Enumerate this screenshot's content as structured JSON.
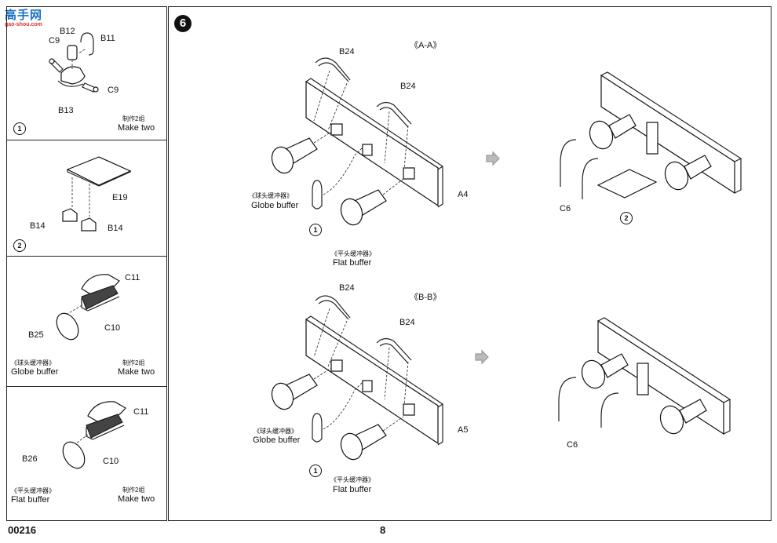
{
  "logo": {
    "brand": "高手网",
    "url_text": "gao-shou.com"
  },
  "footer": {
    "code": "00216",
    "page": "8"
  },
  "steps": {
    "s1": {
      "number": "1",
      "labels": {
        "c9a": "C9",
        "b12": "B12",
        "b11": "B11",
        "c9b": "C9",
        "b13": "B13"
      },
      "note_cn": "制作2组",
      "note_en": "Make two"
    },
    "s2": {
      "number": "2",
      "labels": {
        "e19": "E19",
        "b14a": "B14",
        "b14b": "B14"
      }
    },
    "s3": {
      "labels": {
        "c11": "C11",
        "b25": "B25",
        "c10": "C10"
      },
      "name_cn": "《球头缓冲器》",
      "name_en": "Globe buffer",
      "note_cn": "制作2组",
      "note_en": "Make two"
    },
    "s4": {
      "labels": {
        "c11": "C11",
        "b26": "B26",
        "c10": "C10"
      },
      "name_cn": "《平头缓冲器》",
      "name_en": "Flat buffer",
      "note_cn": "制作2组",
      "note_en": "Make two"
    },
    "s6": {
      "number": "6",
      "view_a": {
        "title": "《A-A》",
        "b24a": "B24",
        "b24b": "B24",
        "a4": "A4",
        "globe_cn": "《球头缓冲器》",
        "globe_en": "Globe buffer",
        "flat_cn": "《平头缓冲器》",
        "flat_en": "Flat buffer",
        "circle1": "1",
        "c6": "C6",
        "circle2": "2"
      },
      "view_b": {
        "title": "《B-B》",
        "b24a": "B24",
        "b24b": "B24",
        "a5": "A5",
        "globe_cn": "《球头缓冲器》",
        "globe_en": "Globe buffer",
        "flat_cn": "《平头缓冲器》",
        "flat_en": "Flat buffer",
        "circle1": "1",
        "c6": "C6"
      }
    }
  }
}
